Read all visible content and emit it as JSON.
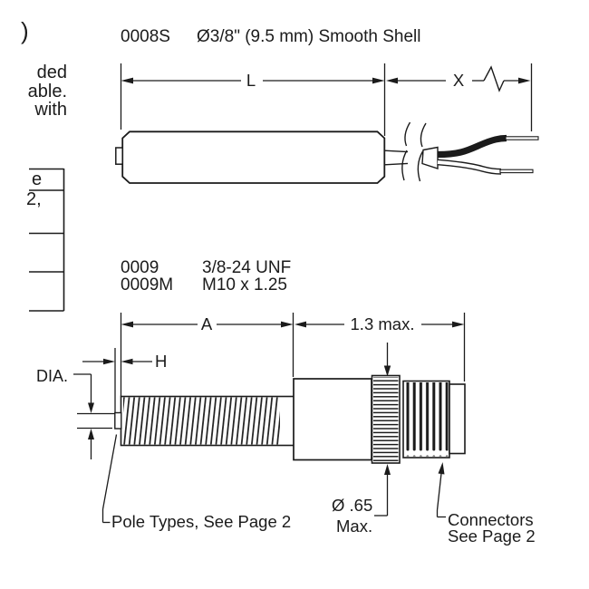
{
  "page": {
    "ink": "#1b1b1b",
    "background": "#ffffff"
  },
  "left_margin": {
    "partial_paren": ")",
    "partial_lines": [
      "ded",
      "able.",
      "with"
    ],
    "partial_table": {
      "cell_1": "e",
      "cell_2": "2,"
    }
  },
  "top_drawing": {
    "code": "0008S",
    "description": "Ø3/8\" (9.5 mm) Smooth Shell",
    "dim_shell_length_label": "L",
    "dim_cable_length_label": "X"
  },
  "bottom_drawing": {
    "rows": [
      {
        "code": "0009",
        "thread": "3/8-24 UNF"
      },
      {
        "code": "0009M",
        "thread": "M10 x 1.25"
      }
    ],
    "dim_body_length_label": "A",
    "dim_connector_length_label": "1.3 max.",
    "dim_pole_protrusion_label": "H",
    "dim_pole_diameter_label": "DIA.",
    "dim_max_diameter_line1": "Ø .65",
    "dim_max_diameter_line2": "Max.",
    "note_pole_types": "Pole Types, See Page 2",
    "note_connectors_line1": "Connectors",
    "note_connectors_line2": "See Page 2"
  }
}
